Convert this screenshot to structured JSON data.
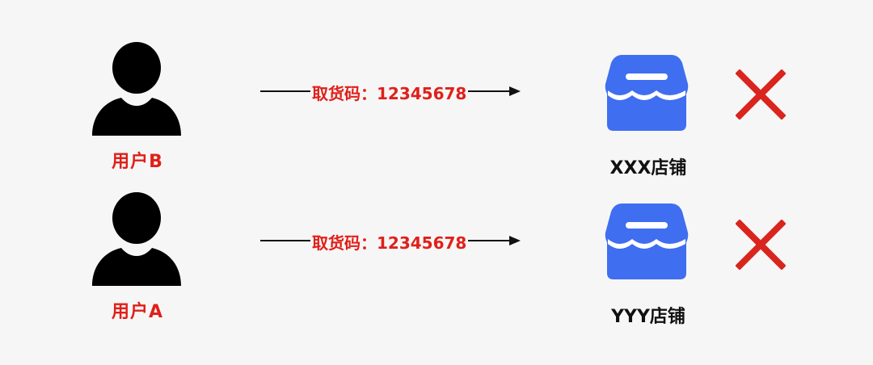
{
  "rows": [
    {
      "user_label": "用户B",
      "code_prefix": "取货码：",
      "code_value": "12345678",
      "store_label": "XXX店铺",
      "result_icon": "cross-icon"
    },
    {
      "user_label": "用户A",
      "code_prefix": "取货码：",
      "code_value": "12345678",
      "store_label": "YYY店铺",
      "result_icon": "cross-icon"
    }
  ],
  "colors": {
    "background": "#f6f6f6",
    "user_icon": "#000000",
    "user_label": "#e0201a",
    "code_text": "#e0201a",
    "store_icon": "#3f6ef0",
    "store_label": "#111111",
    "cross": "#d9251d",
    "arrow": "#111111"
  }
}
